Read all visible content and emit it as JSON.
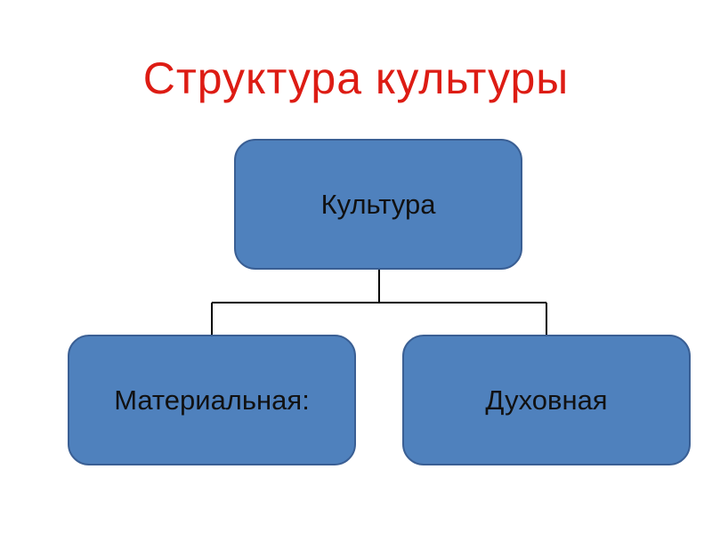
{
  "title": "Структура культуры",
  "nodes": {
    "root": "Культура",
    "left": "Материальная:",
    "right": "Духовная"
  },
  "colors": {
    "title": "#dd1c14",
    "node_fill": "#4f81bd",
    "node_border": "#3a5f94",
    "connector": "#000000"
  }
}
